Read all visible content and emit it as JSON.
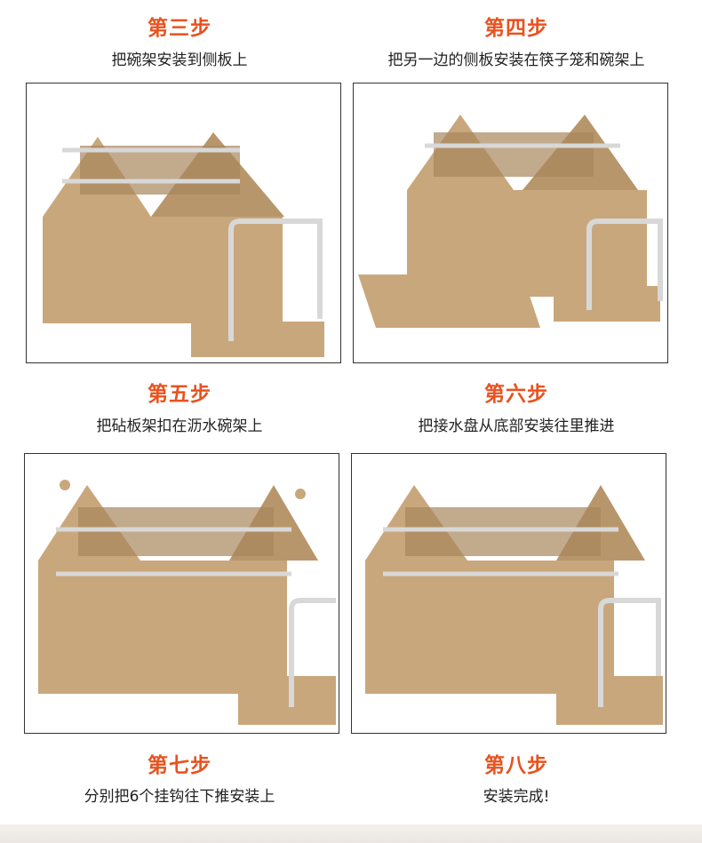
{
  "steps": [
    {
      "title": "第三步",
      "desc": "把碗架安装到侧板上"
    },
    {
      "title": "第四步",
      "desc": "把另一边的侧板安装在筷子笼和碗架上"
    },
    {
      "title": "第五步",
      "desc": "把砧板架扣在沥水碗架上"
    },
    {
      "title": "第六步",
      "desc": "把接水盘从底部安装往里推进"
    },
    {
      "title": "第七步",
      "desc": "分别把6个挂钩往下推安装上"
    },
    {
      "title": "第八步",
      "desc": "安装完成!"
    }
  ],
  "colors": {
    "title": "#e8521f",
    "rack_tan": "#c9a77c",
    "rack_shadow": "#a8865c",
    "steel": "#d8d8d8"
  }
}
